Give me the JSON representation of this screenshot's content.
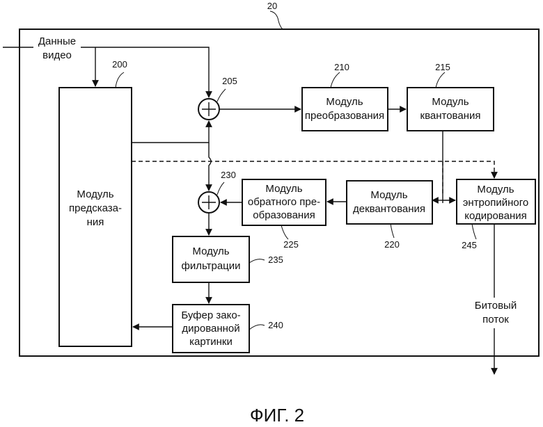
{
  "diagram": {
    "encoder_ref": "20",
    "input_label": [
      "Данные",
      "видео"
    ],
    "blocks": {
      "prediction": {
        "ref": "200",
        "label": [
          "Модуль",
          "предсказа-",
          "ния"
        ]
      },
      "adder_main": {
        "ref": "205",
        "symbol": "+"
      },
      "transform": {
        "ref": "210",
        "label": [
          "Модуль",
          "преобразования"
        ]
      },
      "quantization": {
        "ref": "215",
        "label": [
          "Модуль",
          "квантования"
        ]
      },
      "dequantization": {
        "ref": "220",
        "label": [
          "Модуль",
          "деквантования"
        ]
      },
      "inverse_transform": {
        "ref": "225",
        "label": [
          "Модуль",
          "обратного пре-",
          "образования"
        ]
      },
      "adder_recon": {
        "ref": "230",
        "symbol": "+"
      },
      "filter": {
        "ref": "235",
        "label": [
          "Модуль",
          "фильтрации"
        ]
      },
      "buffer": {
        "ref": "240",
        "label": [
          "Буфер зако-",
          "дированной",
          "картинки"
        ]
      },
      "entropy": {
        "ref": "245",
        "label": [
          "Модуль",
          "энтропийного",
          "кодирования"
        ]
      }
    },
    "output_label": [
      "Битовый",
      "поток"
    ]
  },
  "figure_caption": "ФИГ. 2"
}
